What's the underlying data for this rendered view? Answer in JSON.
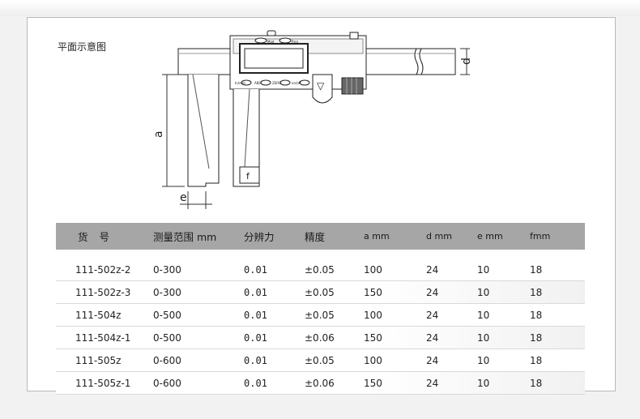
{
  "diagram": {
    "title": "平面示意图",
    "dim_labels": {
      "a": "a",
      "d": "d",
      "e": "e",
      "f": "f"
    },
    "caliper_buttons": [
      "Mod",
      "Rng",
      "In/mm",
      "ABS",
      "ZERO",
      "on/off"
    ],
    "display_arrow": "▽"
  },
  "table": {
    "headers": [
      "货号",
      "测量范围 mm",
      "分辨力",
      "精度",
      "a mm",
      "d mm",
      "e mm",
      "fmm"
    ],
    "rows": [
      [
        "111-502z-2",
        "0-300",
        "0.01",
        "±0.05",
        "100",
        "24",
        "10",
        "18"
      ],
      [
        "111-502z-3",
        "0-300",
        "0.01",
        "±0.05",
        "150",
        "24",
        "10",
        "18"
      ],
      [
        "111-504z",
        "0-500",
        "0.01",
        "±0.05",
        "100",
        "24",
        "10",
        "18"
      ],
      [
        "111-504z-1",
        "0-500",
        "0.01",
        "±0.06",
        "150",
        "24",
        "10",
        "18"
      ],
      [
        "111-505z",
        "0-600",
        "0.01",
        "±0.05",
        "100",
        "24",
        "10",
        "18"
      ],
      [
        "111-505z-1",
        "0-600",
        "0.01",
        "±0.06",
        "150",
        "24",
        "10",
        "18"
      ]
    ]
  },
  "colors": {
    "header_bg": "#a6a6a6",
    "border": "#b9b9b9",
    "page_bg": "#f2f2f2"
  }
}
